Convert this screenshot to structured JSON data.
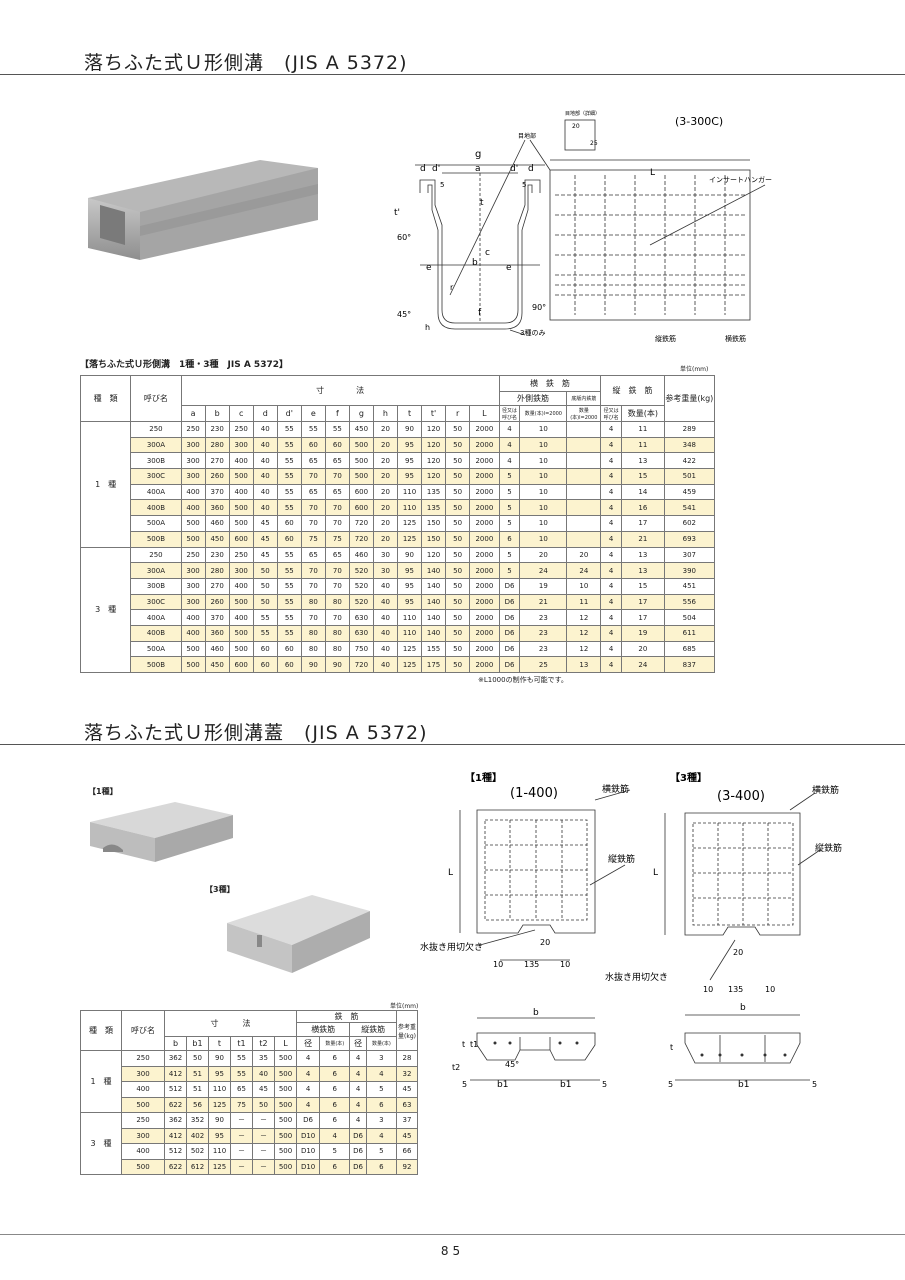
{
  "page": {
    "title1": "落ちふた式Ｕ形側溝　(JIS A 5372)",
    "title2": "落ちふた式Ｕ形側溝蓋　(JIS A 5372)",
    "page_number": "85"
  },
  "drawing1": {
    "model": "(3-300C)",
    "labels": {
      "g": "g",
      "a": "a",
      "b": "b",
      "c": "c",
      "d": "d",
      "d_prime": "d'",
      "e": "e",
      "t": "t",
      "t_prime": "t'",
      "f": "f",
      "L": "L",
      "angle60": "60°",
      "angle45": "45°",
      "angle90": "90°",
      "r": "r",
      "h": "h",
      "num_5": "5",
      "joint": "目地部",
      "joint_detail": "目地部（詳細）",
      "d20": "20",
      "d25": "25",
      "insert_hanger": "インサートハンガー",
      "only_type3": "3種のみ",
      "long_bar": "縦鉄筋",
      "cross_bar": "横鉄筋"
    }
  },
  "table1": {
    "caption": "【落ちふた式Ｕ形側溝　1種・3種　JIS A 5372】",
    "unit": "単位(mm)",
    "h_type": "種　類",
    "h_name": "呼び名",
    "h_dims": "寸　　　　法",
    "h_cross": "横　鉄　筋",
    "h_outer": "外側鉄筋",
    "h_bottom": "底版内鉄筋",
    "h_long": "縦　鉄　筋",
    "h_weight": "参考重量(kg)",
    "h_dia": "径又は呼び名",
    "h_qty": "数量(本)l=2000",
    "h_qty_long": "数量(本)",
    "cols": [
      "a",
      "b",
      "c",
      "d",
      "d'",
      "e",
      "f",
      "g",
      "h",
      "t",
      "t'",
      "r",
      "L"
    ],
    "groups": [
      {
        "type": "1　種",
        "rows": [
          [
            "250",
            "250",
            "230",
            "250",
            "40",
            "55",
            "55",
            "55",
            "450",
            "20",
            "90",
            "120",
            "50",
            "2000",
            "4",
            "10",
            "",
            "4",
            "11",
            "289"
          ],
          [
            "300A",
            "300",
            "280",
            "300",
            "40",
            "55",
            "60",
            "60",
            "500",
            "20",
            "95",
            "120",
            "50",
            "2000",
            "4",
            "10",
            "",
            "4",
            "11",
            "348"
          ],
          [
            "300B",
            "300",
            "270",
            "400",
            "40",
            "55",
            "65",
            "65",
            "500",
            "20",
            "95",
            "120",
            "50",
            "2000",
            "4",
            "10",
            "",
            "4",
            "13",
            "422"
          ],
          [
            "300C",
            "300",
            "260",
            "500",
            "40",
            "55",
            "70",
            "70",
            "500",
            "20",
            "95",
            "120",
            "50",
            "2000",
            "5",
            "10",
            "",
            "4",
            "15",
            "501"
          ],
          [
            "400A",
            "400",
            "370",
            "400",
            "40",
            "55",
            "65",
            "65",
            "600",
            "20",
            "110",
            "135",
            "50",
            "2000",
            "5",
            "10",
            "",
            "4",
            "14",
            "459"
          ],
          [
            "400B",
            "400",
            "360",
            "500",
            "40",
            "55",
            "70",
            "70",
            "600",
            "20",
            "110",
            "135",
            "50",
            "2000",
            "5",
            "10",
            "",
            "4",
            "16",
            "541"
          ],
          [
            "500A",
            "500",
            "460",
            "500",
            "45",
            "60",
            "70",
            "70",
            "720",
            "20",
            "125",
            "150",
            "50",
            "2000",
            "5",
            "10",
            "",
            "4",
            "17",
            "602"
          ],
          [
            "500B",
            "500",
            "450",
            "600",
            "45",
            "60",
            "75",
            "75",
            "720",
            "20",
            "125",
            "150",
            "50",
            "2000",
            "6",
            "10",
            "",
            "4",
            "21",
            "693"
          ]
        ]
      },
      {
        "type": "3　種",
        "rows": [
          [
            "250",
            "250",
            "230",
            "250",
            "45",
            "55",
            "65",
            "65",
            "460",
            "30",
            "90",
            "120",
            "50",
            "2000",
            "5",
            "20",
            "20",
            "4",
            "13",
            "307"
          ],
          [
            "300A",
            "300",
            "280",
            "300",
            "50",
            "55",
            "70",
            "70",
            "520",
            "30",
            "95",
            "140",
            "50",
            "2000",
            "5",
            "24",
            "24",
            "4",
            "13",
            "390"
          ],
          [
            "300B",
            "300",
            "270",
            "400",
            "50",
            "55",
            "70",
            "70",
            "520",
            "40",
            "95",
            "140",
            "50",
            "2000",
            "D6",
            "19",
            "10",
            "4",
            "15",
            "451"
          ],
          [
            "300C",
            "300",
            "260",
            "500",
            "50",
            "55",
            "80",
            "80",
            "520",
            "40",
            "95",
            "140",
            "50",
            "2000",
            "D6",
            "21",
            "11",
            "4",
            "17",
            "556"
          ],
          [
            "400A",
            "400",
            "370",
            "400",
            "55",
            "55",
            "70",
            "70",
            "630",
            "40",
            "110",
            "140",
            "50",
            "2000",
            "D6",
            "23",
            "12",
            "4",
            "17",
            "504"
          ],
          [
            "400B",
            "400",
            "360",
            "500",
            "55",
            "55",
            "80",
            "80",
            "630",
            "40",
            "110",
            "140",
            "50",
            "2000",
            "D6",
            "23",
            "12",
            "4",
            "19",
            "611"
          ],
          [
            "500A",
            "500",
            "460",
            "500",
            "60",
            "60",
            "80",
            "80",
            "750",
            "40",
            "125",
            "155",
            "50",
            "2000",
            "D6",
            "23",
            "12",
            "4",
            "20",
            "685"
          ],
          [
            "500B",
            "500",
            "450",
            "600",
            "60",
            "60",
            "90",
            "90",
            "720",
            "40",
            "125",
            "175",
            "50",
            "2000",
            "D6",
            "25",
            "13",
            "4",
            "24",
            "837"
          ]
        ]
      }
    ],
    "note": "※L1000の制作も可能です。"
  },
  "lid_photos": {
    "type1": "【1種】",
    "type3": "【3種】"
  },
  "table2": {
    "unit": "単位(mm)",
    "h_type": "種　類",
    "h_name": "呼び名",
    "h_dims": "寸　　　法",
    "h_bar": "鉄　筋",
    "h_cross": "横鉄筋",
    "h_long": "縦鉄筋",
    "h_weight": "参考重量(kg)",
    "h_dia": "径",
    "h_qty": "数量(本)",
    "cols": [
      "b",
      "b1",
      "t",
      "t1",
      "t2",
      "L"
    ],
    "groups": [
      {
        "type": "1　種",
        "rows": [
          [
            "250",
            "362",
            "50",
            "90",
            "55",
            "35",
            "500",
            "4",
            "6",
            "4",
            "3",
            "28"
          ],
          [
            "300",
            "412",
            "51",
            "95",
            "55",
            "40",
            "500",
            "4",
            "6",
            "4",
            "4",
            "32"
          ],
          [
            "400",
            "512",
            "51",
            "110",
            "65",
            "45",
            "500",
            "4",
            "6",
            "4",
            "5",
            "45"
          ],
          [
            "500",
            "622",
            "56",
            "125",
            "75",
            "50",
            "500",
            "4",
            "6",
            "4",
            "6",
            "63"
          ]
        ]
      },
      {
        "type": "3　種",
        "rows": [
          [
            "250",
            "362",
            "352",
            "90",
            "－",
            "－",
            "500",
            "D6",
            "6",
            "4",
            "3",
            "37"
          ],
          [
            "300",
            "412",
            "402",
            "95",
            "－",
            "－",
            "500",
            "D10",
            "4",
            "D6",
            "4",
            "45"
          ],
          [
            "400",
            "512",
            "502",
            "110",
            "－",
            "－",
            "500",
            "D10",
            "5",
            "D6",
            "5",
            "66"
          ],
          [
            "500",
            "622",
            "612",
            "125",
            "－",
            "－",
            "500",
            "D10",
            "6",
            "D6",
            "6",
            "92"
          ]
        ]
      }
    ]
  },
  "drawing2": {
    "type1": "【1種】",
    "type3": "【3種】",
    "model1": "(1-400)",
    "model3": "(3-400)",
    "cross_bar": "横鉄筋",
    "long_bar": "縦鉄筋",
    "notch": "水抜き用切欠き",
    "L": "L",
    "b": "b",
    "b1": "b1",
    "t": "t",
    "t1": "t1",
    "t2": "t2",
    "n5": "5",
    "n10": "10",
    "n135": "135",
    "n20": "20",
    "angle45": "45°"
  }
}
